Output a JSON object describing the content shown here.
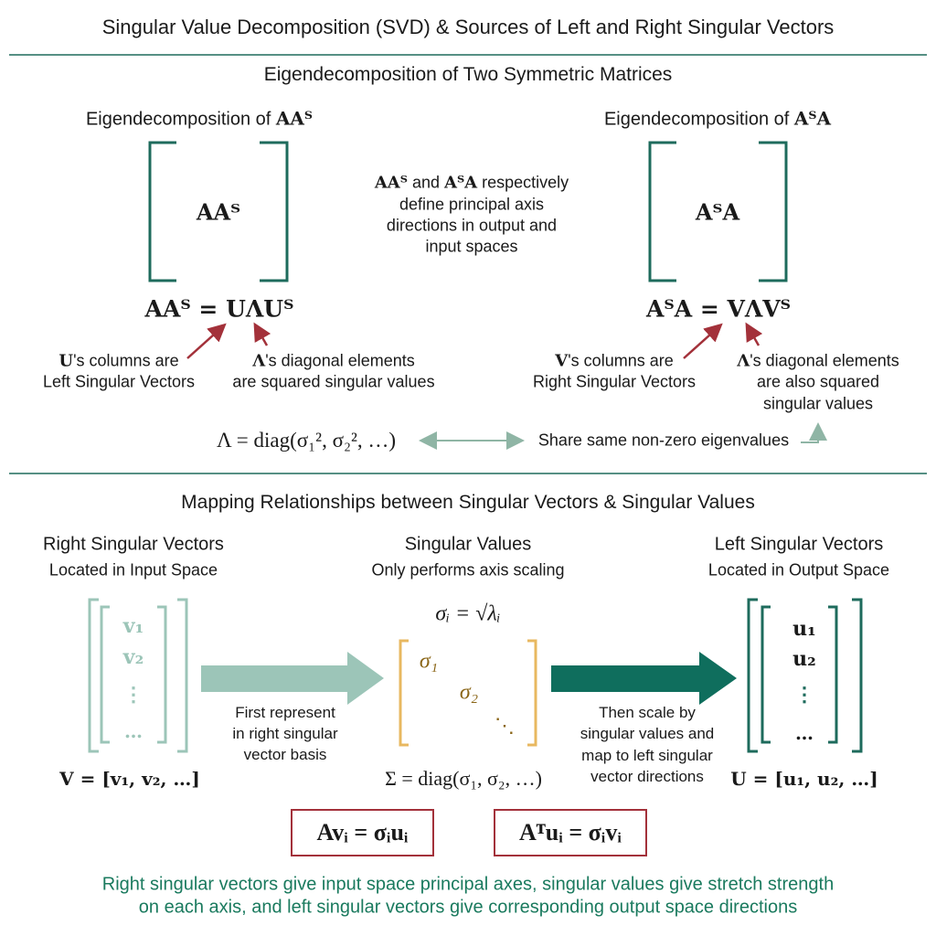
{
  "title": "Singular Value Decomposition (SVD) & Sources of Left and Right Singular Vectors",
  "section1": {
    "heading": "Eigendecomposition of Two Symmetric Matrices",
    "left": {
      "label_prefix": "Eigendecomposition of ",
      "label_math": "AAᵀ",
      "matrix": "AAᵀ",
      "equation": "AAᵀ = UΛUᵀ",
      "note1": [
        "U",
        "'s columns are",
        "Left Singular Vectors"
      ],
      "note2": [
        "Λ",
        "'s diagonal elements",
        "are squared singular values"
      ]
    },
    "middle": {
      "line1_a": "AAᵀ",
      "line1_b": " and ",
      "line1_c": "AᵀA",
      "line1_d": " respectively",
      "line2": "define principal axis",
      "line3": "directions in output and",
      "line4": "input spaces"
    },
    "right": {
      "label_prefix": "Eigendecomposition of ",
      "label_math": "AᵀA",
      "matrix": "AᵀA",
      "equation": "AᵀA = VΛVᵀ",
      "note1": [
        "V",
        "'s columns are",
        "Right Singular Vectors"
      ],
      "note2": [
        "Λ",
        "'s diagonal elements",
        "are also squared",
        "singular values"
      ]
    },
    "lambda_eq": "Λ = diag(σ₁², σ₂², …)",
    "share_text": "Share same non-zero eigenvalues"
  },
  "section2": {
    "heading": "Mapping Relationships between Singular Vectors & Singular Values",
    "right_vectors": {
      "title": "Right Singular Vectors",
      "subtitle": "Located in Input Space",
      "entries": [
        "v₁",
        "v₂",
        "⋮",
        "…"
      ],
      "formula": "V = [v₁, v₂, …]"
    },
    "singular_values": {
      "title": "Singular Values",
      "subtitle": "Only performs axis scaling",
      "relation": "σᵢ = √λᵢ",
      "entries": [
        "σ₁",
        "σ₂",
        "⋱"
      ],
      "formula": "Σ = diag(σ₁, σ₂, …)"
    },
    "left_vectors": {
      "title": "Left Singular Vectors",
      "subtitle": "Located in Output Space",
      "entries": [
        "u₁",
        "u₂",
        "⋮",
        "…"
      ],
      "formula": "U = [u₁, u₂, …]"
    },
    "arrow1_text": [
      "First represent",
      "in right singular",
      "vector basis"
    ],
    "arrow2_text": [
      "Then scale by",
      "singular values and",
      "map to left singular",
      "vector directions"
    ],
    "box1": "Avᵢ = σᵢuᵢ",
    "box2": "Aᵀuᵢ = σᵢvᵢ",
    "summary": [
      "Right singular vectors give input space principal axes, singular values give stretch strength",
      "on each axis, and left singular vectors give corresponding output space directions"
    ]
  },
  "colors": {
    "teal": "#1e6b5c",
    "light_teal": "#9cc5b8",
    "gold": "#e8b860",
    "red": "#a3313a",
    "green_text": "#1a7a5e"
  }
}
